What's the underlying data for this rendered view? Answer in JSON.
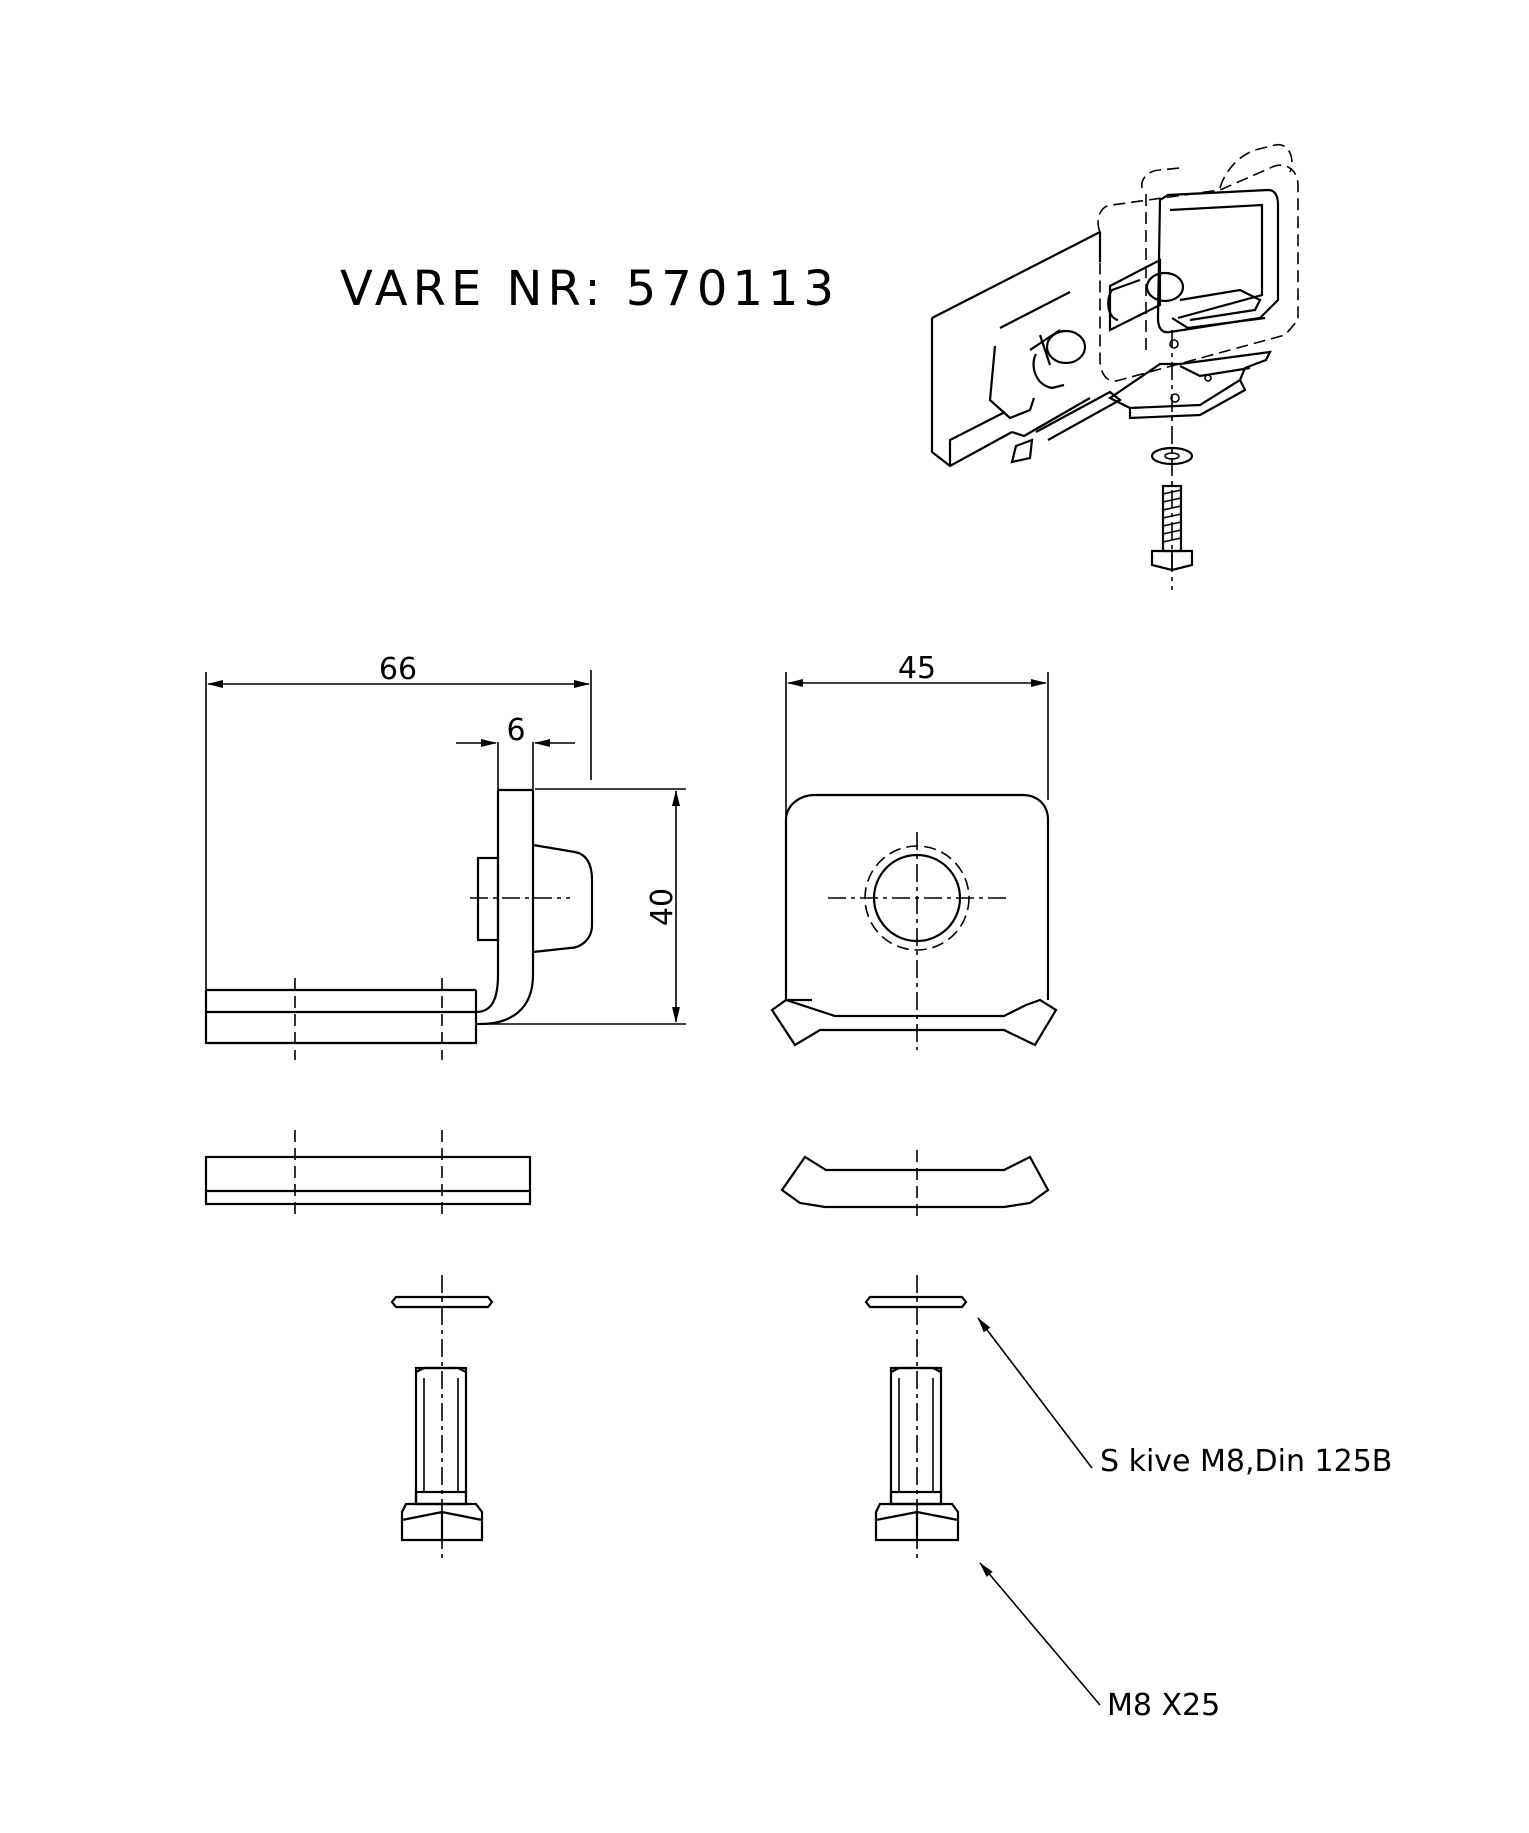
{
  "title": "VARE NR: 570113",
  "dimensions": {
    "width_total": "66",
    "flange_thickness": "6",
    "height": "40",
    "width_front": "45"
  },
  "callouts": {
    "washer": "S kive M8,Din 125B",
    "bolt": "M8 X25"
  }
}
